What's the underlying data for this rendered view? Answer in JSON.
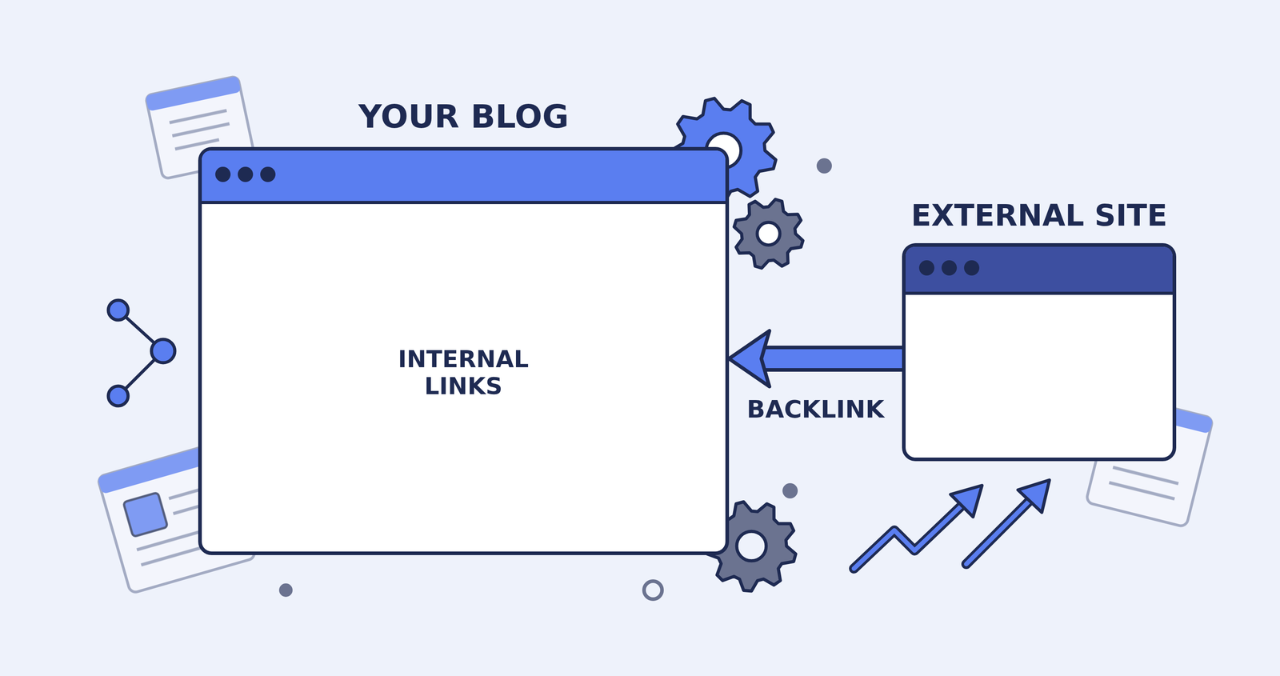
{
  "diagram": {
    "nodes": [
      {
        "text": [
          "YOUR BLOG"
        ]
      },
      {
        "text": [
          "EXTERNAL SITE"
        ]
      }
    ],
    "edges": [
      {
        "from": 1,
        "to": 0,
        "arrow": "to",
        "label": "BACKLINK"
      }
    ],
    "labels": [
      "INTERNAL LINKS"
    ]
  }
}
